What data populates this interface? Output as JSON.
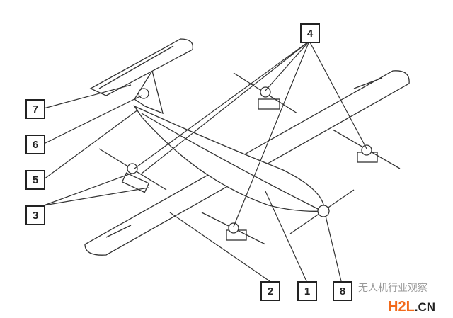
{
  "labels": [
    "1",
    "2",
    "3",
    "4",
    "5",
    "6",
    "7",
    "8"
  ],
  "watermark": {
    "text": "无人机行业观察",
    "brand_main": "H2L",
    "brand_suffix": ".CN",
    "brand_color": "#f26a1b"
  }
}
